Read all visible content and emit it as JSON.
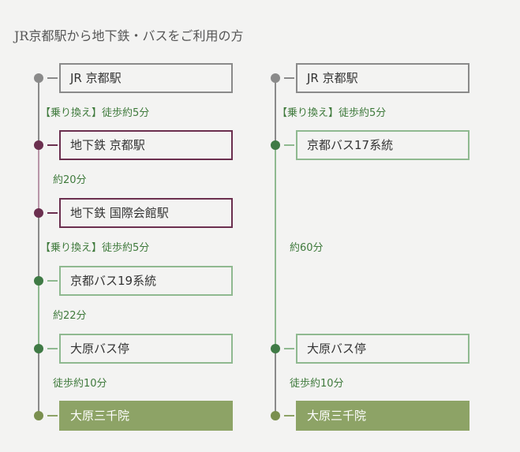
{
  "title": "JR京都駅から地下鉄・バスをご利用の方",
  "colors": {
    "gray": "#8a8a8a",
    "subway": "#6b2f4f",
    "subway_line": "#b896a8",
    "bus": "#3f7a45",
    "bus_line": "#8fb990",
    "bus_border": "#8fb990",
    "dest": "#8da366",
    "dest_dot": "#7a8f4f",
    "label": "#3f7a3c"
  },
  "routes": [
    {
      "stops": [
        {
          "name": "JR 京都駅",
          "type": "jr"
        },
        {
          "name": "地下鉄 京都駅",
          "type": "subway"
        },
        {
          "name": "地下鉄 国際会館駅",
          "type": "subway"
        },
        {
          "name": "京都バス19系統",
          "type": "bus"
        },
        {
          "name": "大原バス停",
          "type": "bus"
        },
        {
          "name": "大原三千院",
          "type": "dest"
        }
      ],
      "legs": [
        {
          "label": "【乗り換え】徒歩約5分",
          "mode": "walk"
        },
        {
          "label": "約20分",
          "mode": "subway"
        },
        {
          "label": "【乗り換え】徒歩約5分",
          "mode": "walk"
        },
        {
          "label": "約22分",
          "mode": "bus"
        },
        {
          "label": "徒歩約10分",
          "mode": "walk"
        }
      ]
    },
    {
      "stops": [
        {
          "name": "JR 京都駅",
          "type": "jr"
        },
        {
          "name": "京都バス17系統",
          "type": "bus"
        },
        {
          "name": "大原バス停",
          "type": "bus"
        },
        {
          "name": "大原三千院",
          "type": "dest"
        }
      ],
      "legs": [
        {
          "label": "【乗り換え】徒歩約5分",
          "mode": "walk"
        },
        {
          "label": "約60分",
          "mode": "bus"
        },
        {
          "label": "徒歩約10分",
          "mode": "walk"
        }
      ]
    }
  ]
}
